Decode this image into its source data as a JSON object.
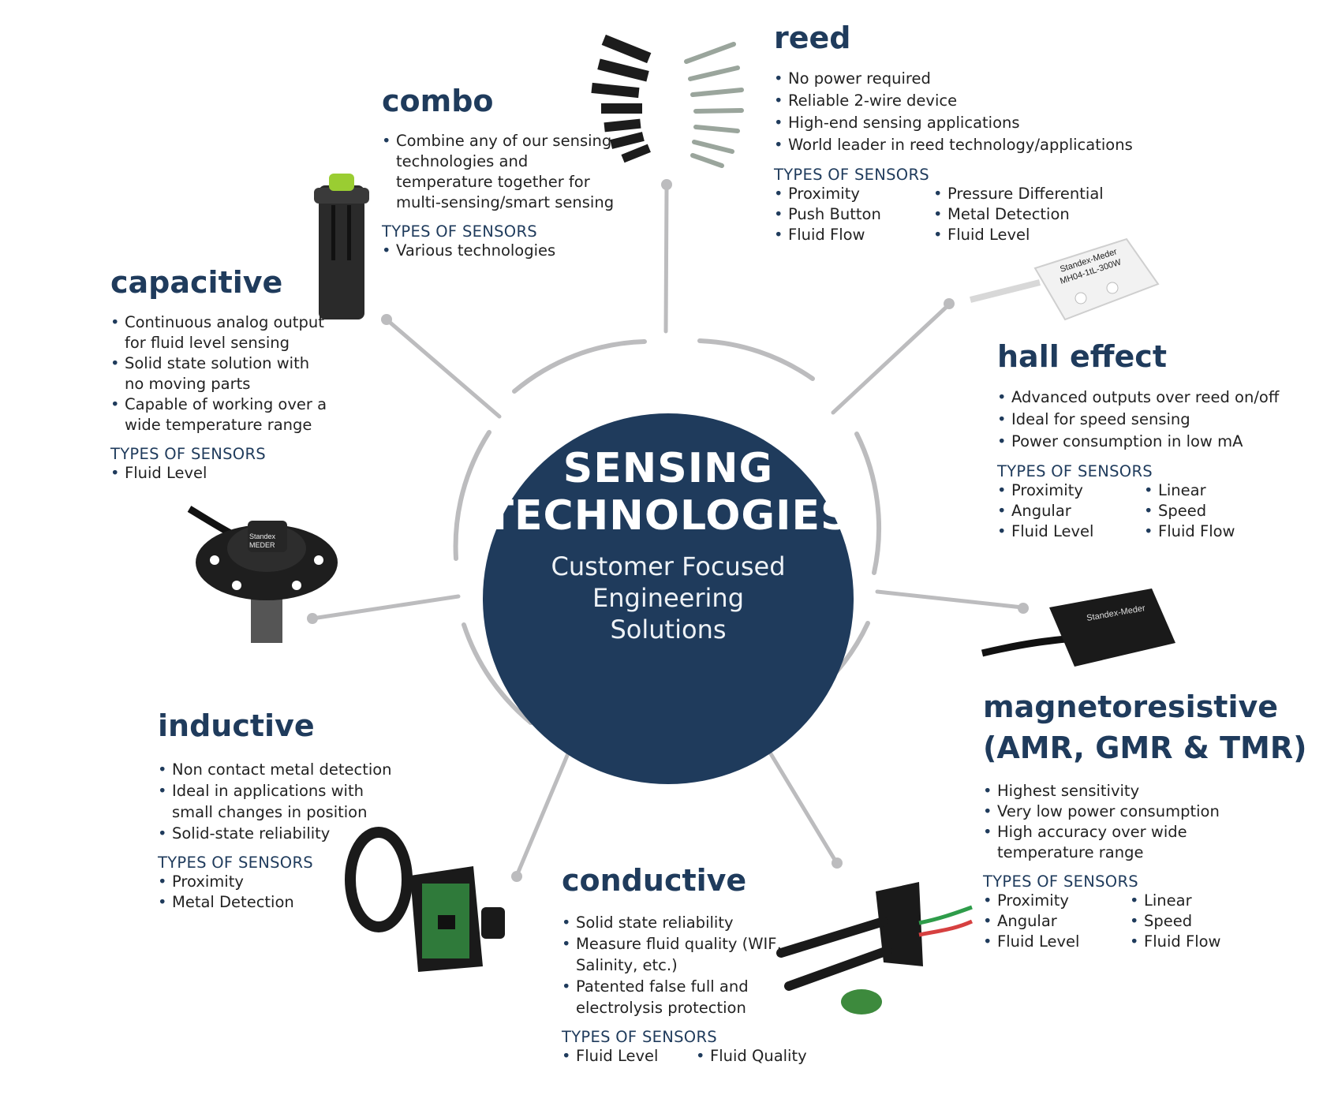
{
  "center": {
    "title_line1": "SENSING",
    "title_line2": "TECHNOLOGIES",
    "sub_line1": "Customer Focused",
    "sub_line2": "Engineering",
    "sub_line3": "Solutions"
  },
  "types_label": "TYPES OF SENSORS",
  "reed": {
    "title": "reed",
    "bullets": [
      "No power required",
      "Reliable 2-wire device",
      "High-end sensing applications",
      "World leader in reed technology/applications"
    ],
    "types_col1": [
      "Proximity",
      "Push Button",
      "Fluid Flow"
    ],
    "types_col2": [
      "Pressure Differential",
      "Metal Detection",
      "Fluid Level"
    ]
  },
  "combo": {
    "title": "combo",
    "bullets": [
      "Combine any of our sensing technologies and temperature together for multi-sensing/smart sensing"
    ],
    "types": [
      "Various technologies"
    ]
  },
  "capacitive": {
    "title": "capacitive",
    "bullets": [
      "Continuous analog output for fluid level sensing",
      "Solid state solution with no moving parts",
      "Capable of working over a wide temperature range"
    ],
    "types": [
      "Fluid Level"
    ]
  },
  "hall": {
    "title": "hall effect",
    "bullets": [
      "Advanced outputs over reed on/off",
      "Ideal for speed sensing",
      "Power consumption in low mA"
    ],
    "types_col1": [
      "Proximity",
      "Angular",
      "Fluid Level"
    ],
    "types_col2": [
      "Linear",
      "Speed",
      "Fluid Flow"
    ]
  },
  "magneto": {
    "title_line1": "magnetoresistive",
    "title_line2": "(AMR, GMR & TMR)",
    "bullets": [
      "Highest sensitivity",
      "Very low power consumption",
      "High accuracy over wide temperature range"
    ],
    "types_col1": [
      "Proximity",
      "Angular",
      "Fluid Level"
    ],
    "types_col2": [
      "Linear",
      "Speed",
      "Fluid Flow"
    ]
  },
  "inductive": {
    "title": "inductive",
    "bullets": [
      "Non contact metal detection",
      "Ideal in applications with small changes in position",
      "Solid-state reliability"
    ],
    "types": [
      "Proximity",
      "Metal Detection"
    ]
  },
  "conductive": {
    "title": "conductive",
    "bullets": [
      "Solid state reliability",
      "Measure fluid quality (WIF, Salinity, etc.)",
      "Patented false full and electrolysis protection"
    ],
    "types_col1": [
      "Fluid Level"
    ],
    "types_col2": [
      "Fluid Quality"
    ]
  },
  "labels": {
    "hall_sensor_print1": "Standex-Meder",
    "hall_sensor_print2": "MH04-1tL-300W",
    "magneto_sensor_print": "Standex-Meder",
    "capacitive_logo_print1": "Standex",
    "capacitive_logo_print2": "MEDER"
  }
}
